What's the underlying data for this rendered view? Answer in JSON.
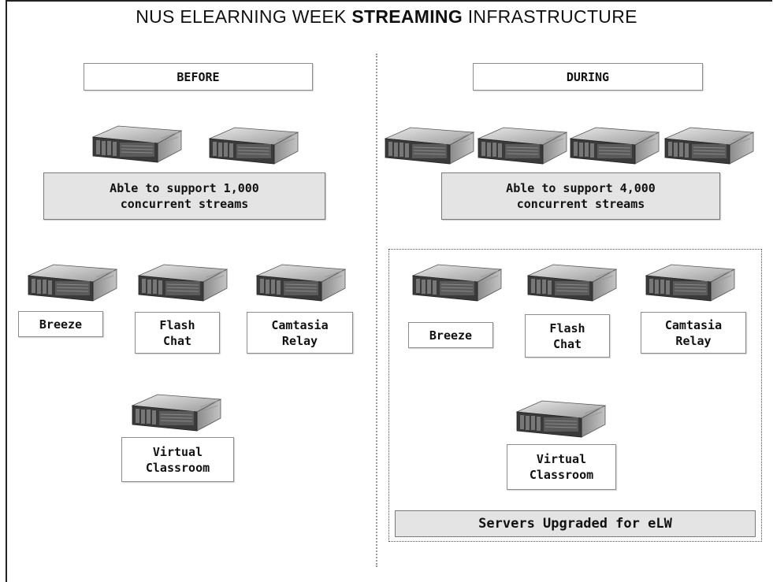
{
  "title": {
    "prefix": "NUS ELEARNING WEEK ",
    "bold": "STREAMING",
    "suffix": " INFRASTRUCTURE"
  },
  "before": {
    "header": "BEFORE",
    "capacity": [
      "Able to support 1,000",
      "concurrent streams"
    ],
    "services": [
      {
        "lines": [
          "Breeze"
        ]
      },
      {
        "lines": [
          "Flash",
          "Chat"
        ]
      },
      {
        "lines": [
          "Camtasia",
          "Relay"
        ]
      },
      {
        "lines": [
          "Virtual",
          "Classroom"
        ]
      }
    ]
  },
  "during": {
    "header": "DURING",
    "capacity": [
      "Able to support 4,000",
      "concurrent streams"
    ],
    "services": [
      {
        "lines": [
          "Breeze"
        ]
      },
      {
        "lines": [
          "Flash",
          "Chat"
        ]
      },
      {
        "lines": [
          "Camtasia",
          "Relay"
        ]
      },
      {
        "lines": [
          "Virtual",
          "Classroom"
        ]
      }
    ],
    "upgrade_label": "Servers Upgraded for eLW"
  },
  "icons": {
    "server": "rack-server-icon"
  },
  "colors": {
    "capacity_fill": "#e4e4e4",
    "divider": "#9a9a9a",
    "border": "#222222"
  }
}
